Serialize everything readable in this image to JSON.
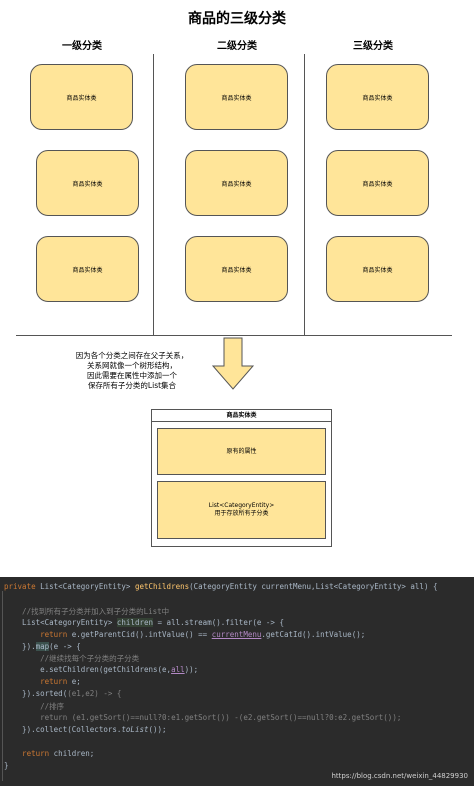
{
  "title": "商品的三级分类",
  "columns": [
    {
      "label": "一级分类",
      "boxes": [
        "商品实体类",
        "商品实体类",
        "商品实体类"
      ]
    },
    {
      "label": "二级分类",
      "boxes": [
        "商品实体类",
        "商品实体类",
        "商品实体类"
      ]
    },
    {
      "label": "三级分类",
      "boxes": [
        "商品实体类",
        "商品实体类",
        "商品实体类"
      ]
    }
  ],
  "note": [
    "因为各个分类之间存在父子关系，",
    "关系网就像一个树形结构，",
    "因此需要在属性中添加一个",
    "保存所有子分类的List集合"
  ],
  "entity": {
    "title": "商品实体类",
    "original_props": "原有的属性",
    "children_line1": "List<CategoryEntity>",
    "children_line2": "用于存放所有子分类"
  },
  "code": [
    [
      {
        "t": "private ",
        "c": "#cc7832"
      },
      {
        "t": "List<CategoryEntity> ",
        "c": "#a9b7c6"
      },
      {
        "t": "getChildrens",
        "c": "#ffc66d"
      },
      {
        "t": "(CategoryEntity currentMenu,List<CategoryEntity> all) {",
        "c": "#a9b7c6"
      }
    ],
    [],
    [
      {
        "t": "    //找到所有子分类并加入到子分类的List中",
        "c": "#808080"
      }
    ],
    [
      {
        "t": "    List<CategoryEntity> ",
        "c": "#a9b7c6"
      },
      {
        "t": "children",
        "c": "#a9b7c6",
        "bg": "#344134"
      },
      {
        "t": " = all.stream().filter(e -> {",
        "c": "#a9b7c6"
      }
    ],
    [
      {
        "t": "        return ",
        "c": "#cc7832"
      },
      {
        "t": "e.getParentCid().intValue() == ",
        "c": "#a9b7c6"
      },
      {
        "t": "currentMenu",
        "c": "#b389c5",
        "u": true
      },
      {
        "t": ".getCatId().intValue();",
        "c": "#a9b7c6"
      }
    ],
    [
      {
        "t": "    }).",
        "c": "#a9b7c6"
      },
      {
        "t": "map",
        "c": "#a9b7c6",
        "bg": "#3b514d"
      },
      {
        "t": "(e -> {",
        "c": "#a9b7c6"
      }
    ],
    [
      {
        "t": "        //继续找每个子分类的子分类",
        "c": "#808080"
      }
    ],
    [
      {
        "t": "        e.setChildren(getChildrens(e,",
        "c": "#a9b7c6"
      },
      {
        "t": "all",
        "c": "#b389c5",
        "u": true
      },
      {
        "t": "));",
        "c": "#a9b7c6"
      }
    ],
    [
      {
        "t": "        return ",
        "c": "#cc7832"
      },
      {
        "t": "e;",
        "c": "#a9b7c6"
      }
    ],
    [
      {
        "t": "    }).sorted(",
        "c": "#a9b7c6"
      },
      {
        "t": "(e1,e2) -> {",
        "c": "#808080"
      }
    ],
    [
      {
        "t": "        //排序",
        "c": "#808080"
      }
    ],
    [
      {
        "t": "        return (e1.getSort()==null?0:e1.getSort()) -(e2.getSort()==null?0:e2.getSort());",
        "c": "#808080"
      }
    ],
    [
      {
        "t": "    }).collect(Collectors.",
        "c": "#a9b7c6"
      },
      {
        "t": "toList",
        "c": "#a9b7c6",
        "i": true
      },
      {
        "t": "());",
        "c": "#a9b7c6"
      }
    ],
    [],
    [
      {
        "t": "    return ",
        "c": "#cc7832"
      },
      {
        "t": "children;",
        "c": "#a9b7c6"
      }
    ],
    [
      {
        "t": "}",
        "c": "#a9b7c6"
      }
    ]
  ],
  "watermark": "https://blog.csdn.net/weixin_44829930",
  "colors": {
    "box_fill": "#ffe599",
    "code_bg": "#2b2b2b",
    "keyword": "#cc7832",
    "method": "#ffc66d",
    "comment": "#808080",
    "field": "#b389c5"
  }
}
